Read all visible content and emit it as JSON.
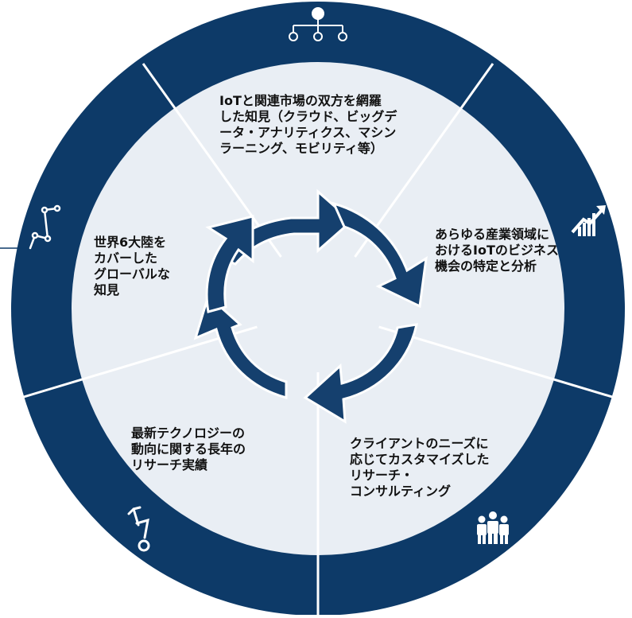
{
  "colors": {
    "ring": "#0d3a68",
    "inner": "#e9eef4",
    "arrow": "#15406e",
    "divider": "#ffffff",
    "text": "#111111"
  },
  "segments": [
    {
      "key": "knowledge",
      "text": "IoTと関連市場の双方を網羅\nした知見（クラウド、ビッグデ\nータ・アナリティクス、マシン\nラーニング、モビリティ等）",
      "icon": "org-chart-icon"
    },
    {
      "key": "opportunity",
      "text": "あらゆる産業領域に\nおけるIoTのビジネス\n機会の特定と分析",
      "icon": "growth-chart-icon"
    },
    {
      "key": "consulting",
      "text": "クライアントのニーズに\n応じてカスタマイズした\nリサーチ・\nコンサルティング",
      "icon": "team-icon"
    },
    {
      "key": "research",
      "text": "最新テクノロジーの\n動向に関する長年の\nリサーチ実績",
      "icon": "robot-arm-icon"
    },
    {
      "key": "global",
      "text": "世界6大陸を\nカバーした\nグローバルな\n知見",
      "icon": "network-line-icon"
    }
  ]
}
